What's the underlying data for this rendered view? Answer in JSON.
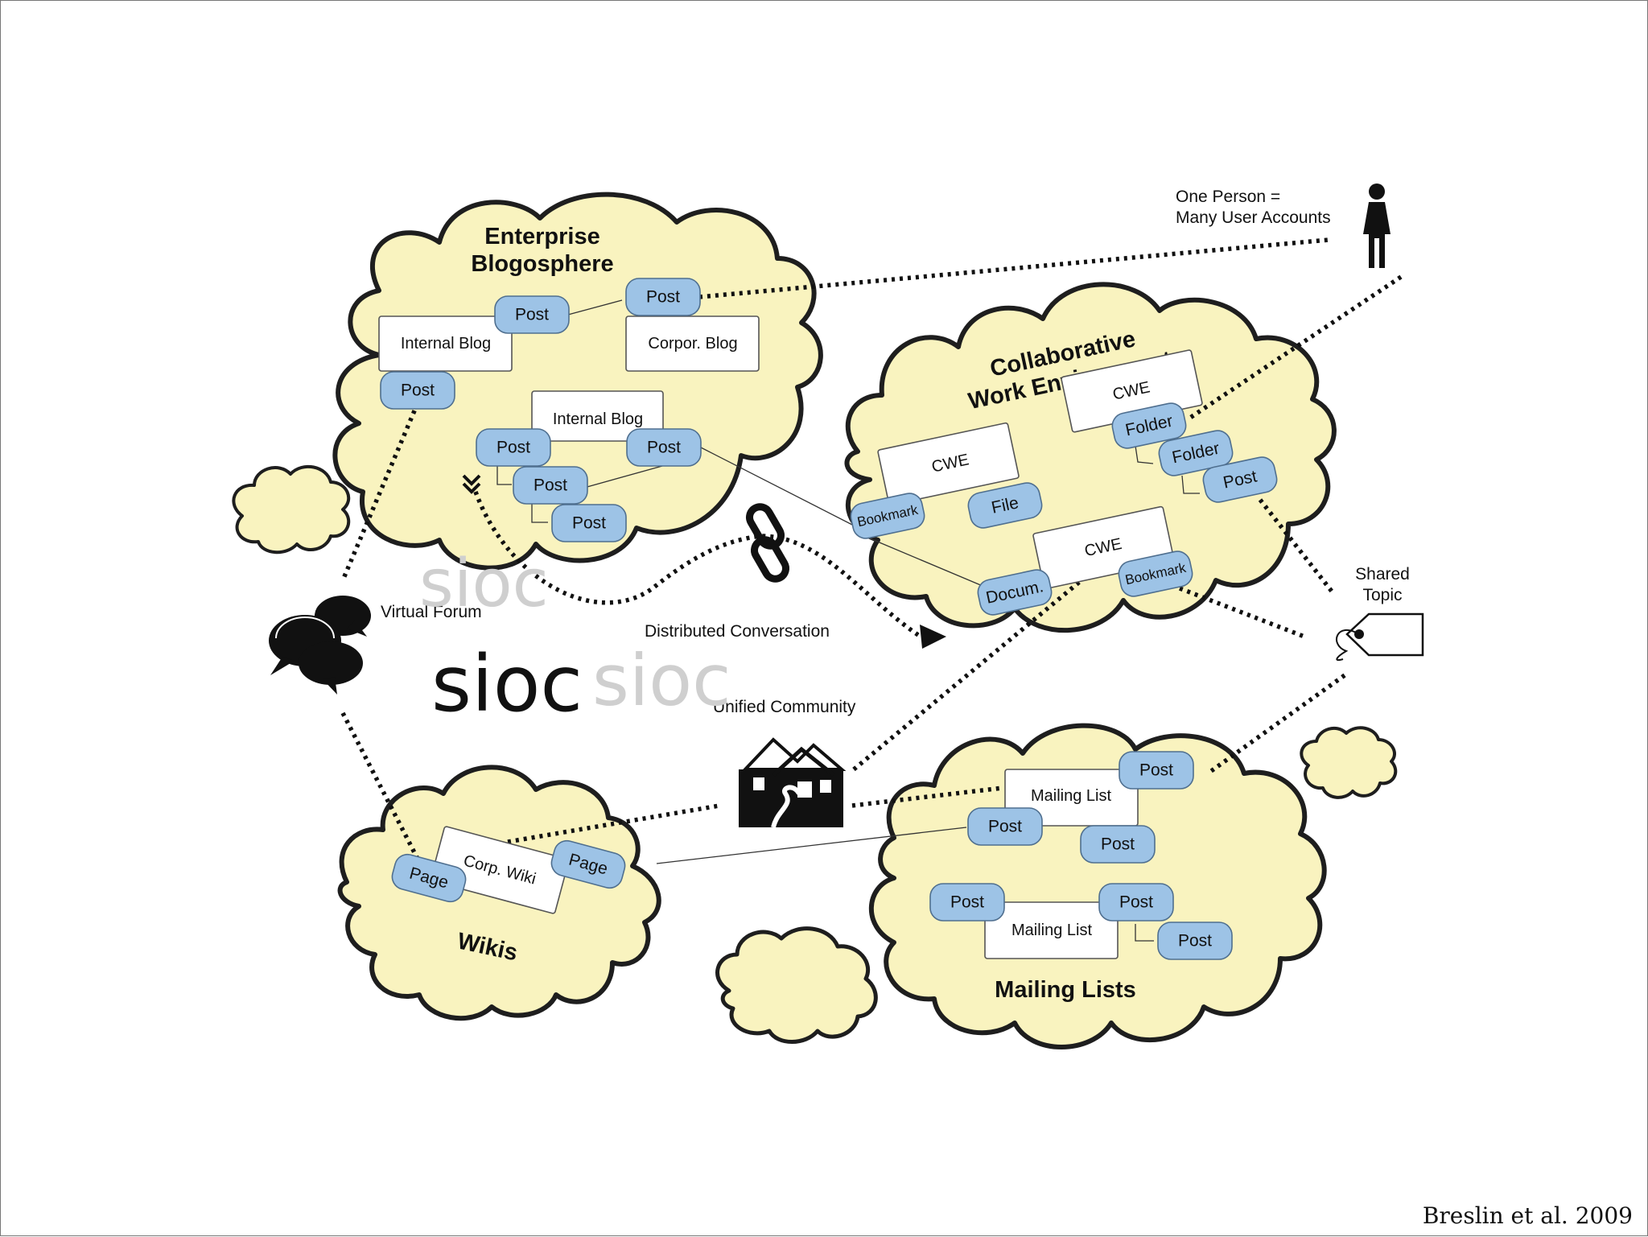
{
  "clouds": {
    "blogosphere": {
      "title_line1": "Enterprise",
      "title_line2": "Blogosphere"
    },
    "cwe": {
      "title_line1": "Collaborative",
      "title_line2": "Work Environments"
    },
    "wikis": {
      "title": "Wikis"
    },
    "mailing": {
      "title": "Mailing Lists"
    }
  },
  "blog": {
    "doc1": "Internal Blog",
    "doc2": "Corpor. Blog",
    "doc3": "Internal Blog",
    "post": "Post"
  },
  "cwe": {
    "doc": "CWE",
    "bookmark": "Bookmark",
    "file": "File",
    "folder": "Folder",
    "post": "Post",
    "docum": "Docum."
  },
  "wiki": {
    "doc": "Corp. Wiki",
    "page": "Page"
  },
  "mail": {
    "doc": "Mailing List",
    "post": "Post"
  },
  "labels": {
    "person_line1": "One Person =",
    "person_line2": "Many User Accounts",
    "shared_line1": "Shared",
    "shared_line2": "Topic",
    "virtual_forum": "Virtual Forum",
    "distributed": "Distributed Conversation",
    "unified": "Unified Community"
  },
  "logo": {
    "text": "sioc"
  },
  "credit": "Breslin et al. 2009",
  "icons": [
    "person-icon",
    "chat-bubbles-icon",
    "chain-link-icon",
    "houses-icon",
    "tag-icon",
    "double-chevron-icon"
  ],
  "colors": {
    "cloud": "#f9f3bf",
    "pill": "#9dc3e6",
    "ink": "#111111"
  }
}
